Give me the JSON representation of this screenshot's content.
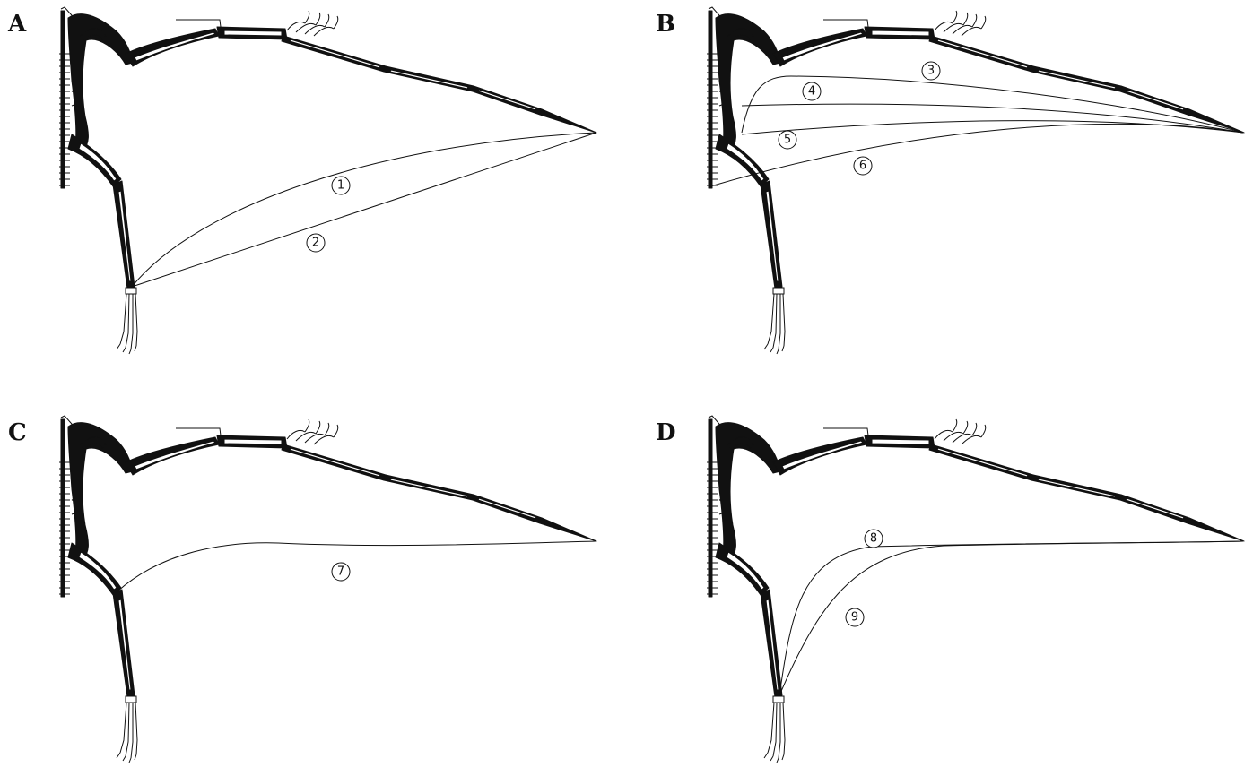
{
  "panels": [
    {
      "letter": "A",
      "labels": [
        {
          "text": "1"
        },
        {
          "text": "2"
        }
      ]
    },
    {
      "letter": "B",
      "labels": [
        {
          "text": "3"
        },
        {
          "text": "4"
        },
        {
          "text": "5"
        },
        {
          "text": "6"
        }
      ]
    },
    {
      "letter": "C",
      "labels": [
        {
          "text": "7"
        }
      ]
    },
    {
      "letter": "D",
      "labels": [
        {
          "text": "8"
        },
        {
          "text": "9"
        }
      ]
    }
  ],
  "colors": {
    "ink": "#111111",
    "background": "#ffffff"
  },
  "icons": [
    "wing-skeleton-icon",
    "hindlimb-skeleton-icon",
    "foot-claws-icon"
  ]
}
